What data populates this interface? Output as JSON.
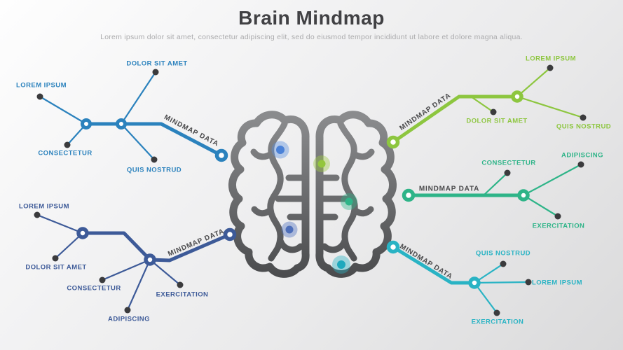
{
  "header": {
    "title": "Brain Mindmap",
    "subtitle": "Lorem ipsum dolor sit amet, consectetur adipiscing elit, sed do eiusmod tempor incididunt ut labore et dolore magna aliqua."
  },
  "branches": {
    "top_left": {
      "label": "MINDMAP DATA",
      "color": "#2b82bd",
      "nodes": [
        "LOREM IPSUM",
        "DOLOR SIT AMET",
        "CONSECTETUR",
        "QUIS NOSTRUD"
      ]
    },
    "bottom_left": {
      "label": "MINDMAP DATA",
      "color": "#3d5a98",
      "nodes": [
        "LOREM IPSUM",
        "DOLOR SIT AMET",
        "CONSECTETUR",
        "ADIPISCING",
        "EXERCITATION"
      ]
    },
    "top_right": {
      "label": "MINDMAP DATA",
      "color": "#8dc63f",
      "nodes": [
        "LOREM IPSUM",
        "DOLOR SIT AMET",
        "QUIS NOSTRUD"
      ]
    },
    "middle_right": {
      "label": "MINDMAP DATA",
      "color": "#2eb488",
      "nodes": [
        "CONSECTETUR",
        "ADIPISCING",
        "EXERCITATION"
      ]
    },
    "bottom_right": {
      "label": "MINDMAP DATA",
      "color": "#29b3c4",
      "nodes": [
        "QUIS NOSTRUD",
        "LOREM IPSUM",
        "EXERCITATION"
      ]
    }
  },
  "brain": {
    "outline_top_color": "#8a8b8d",
    "outline_bottom_color": "#4b4c4e",
    "accent_dot_colors": [
      "#4b82d8",
      "#93c63c",
      "#2eb488",
      "#4e6fba",
      "#1fa9bd"
    ],
    "node_dot_color": "#3b3b3d"
  }
}
